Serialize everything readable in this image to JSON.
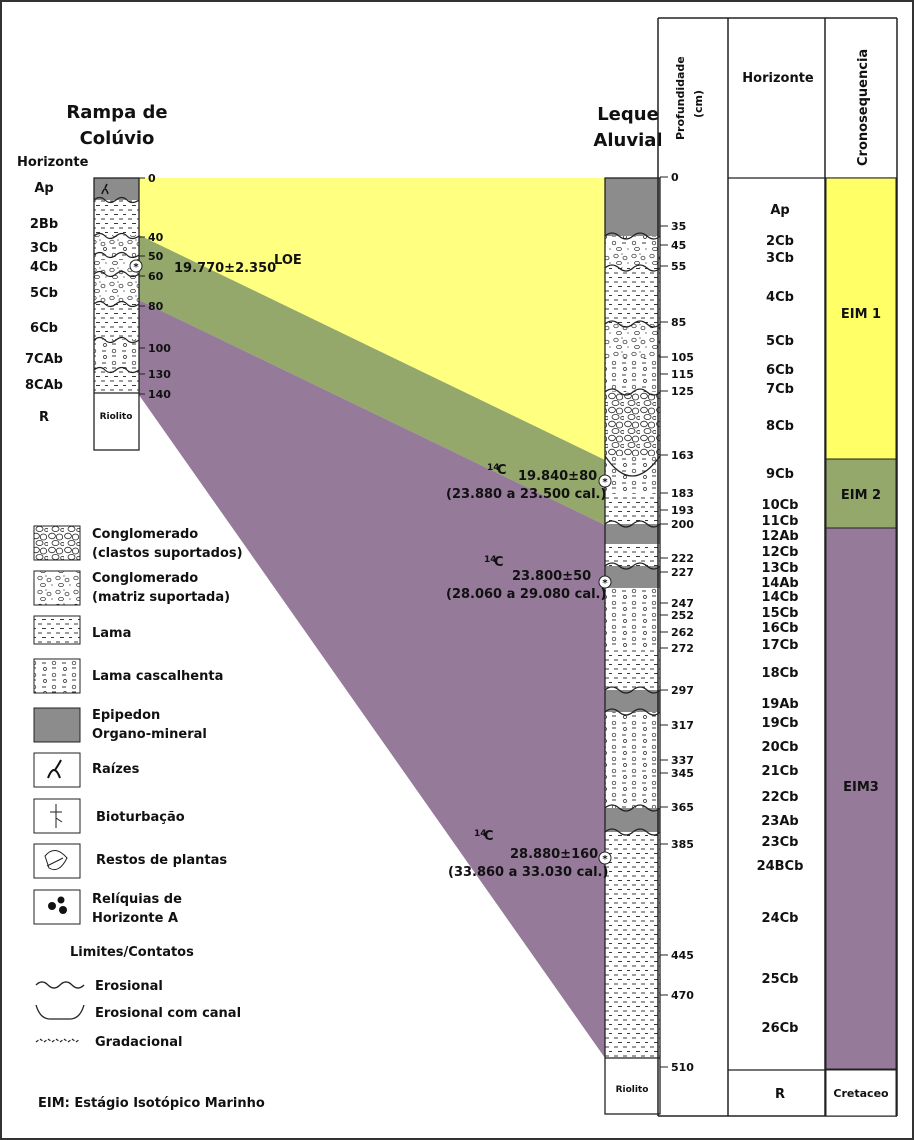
{
  "left_title_line1": "Rampa de",
  "left_title_line2": "Colúvio",
  "right_title_line1": "Leque",
  "right_title_line2": "Aluvial",
  "depth_header_line1": "Profundidade",
  "depth_header_line2": "(cm)",
  "horizon_header": "Horizonte",
  "chrono_header": "Cronosequencia",
  "left_horizon_header": "Horizonte",
  "left_horizons": [
    "Ap",
    "2Bb",
    "3Cb",
    "4Cb",
    "5Cb",
    "6Cb",
    "7CAb",
    "8CAb",
    "R"
  ],
  "left_depths": [
    "0",
    "40",
    "50",
    "60",
    "80",
    "100",
    "130",
    "140"
  ],
  "left_bedrock": "Riolito",
  "right_bedrock": "Riolito",
  "right_depths": [
    "0",
    "35",
    "45",
    "55",
    "85",
    "105",
    "115",
    "125",
    "163",
    "183",
    "193",
    "200",
    "222",
    "227",
    "247",
    "252",
    "262",
    "272",
    "297",
    "317",
    "337",
    "345",
    "365",
    "385",
    "445",
    "470",
    "510"
  ],
  "right_horizons": [
    "Ap",
    "2Cb",
    "3Cb",
    "4Cb",
    "5Cb",
    "6Cb",
    "7Cb",
    "8Cb",
    "9Cb",
    "10Cb",
    "11Cb",
    "12Ab",
    "12Cb",
    "13Cb",
    "14Ab",
    "14Cb",
    "15Cb",
    "16Cb",
    "17Cb",
    "18Cb",
    "19Ab",
    "19Cb",
    "20Cb",
    "21Cb",
    "22Cb",
    "23Ab",
    "23Cb",
    "24BCb",
    "24Cb",
    "25Cb",
    "26Cb",
    "R"
  ],
  "stages": [
    {
      "label": "EIM 1",
      "color": "#ffff66"
    },
    {
      "label": "EIM 2",
      "color": "#93a86a"
    },
    {
      "label": "EIM3",
      "color": "#957a9a"
    },
    {
      "label": "Cretaceo",
      "color": "#ffffff"
    }
  ],
  "band_colors": {
    "eim1": "#ffff80",
    "eim2": "#93a86a",
    "eim3": "#957a9a"
  },
  "date_loe": {
    "value": "19.770",
    "pm": "±",
    "err": "2.350",
    "method": "LOE"
  },
  "dates_c14": [
    {
      "iso": "14",
      "sym": "C",
      "value": "19.840",
      "pm": "±",
      "err": "80",
      "cal": "(23.880 a 23.500 cal.)"
    },
    {
      "iso": "14",
      "sym": "C",
      "value": "23.800",
      "pm": "±",
      "err": "50",
      "cal": "(28.060 a 29.080 cal.)"
    },
    {
      "iso": "14",
      "sym": "C",
      "value": "28.880",
      "pm": "±",
      "err": "160",
      "cal": "(33.860 a 33.030 cal.)"
    }
  ],
  "legend": [
    {
      "line1": "Conglomerado",
      "line2": "(clastos suportados)"
    },
    {
      "line1": "Conglomerado",
      "line2": "(matriz suportada)"
    },
    {
      "line1": "Lama",
      "line2": ""
    },
    {
      "line1": "Lama cascalhenta",
      "line2": ""
    },
    {
      "line1": "Epipedon",
      "line2": "Organo-mineral"
    },
    {
      "line1": "Raízes",
      "line2": ""
    },
    {
      "line1": "Bioturbação",
      "line2": ""
    },
    {
      "line1": "Restos de plantas",
      "line2": ""
    },
    {
      "line1": "Relíquias de",
      "line2": "Horizonte A"
    }
  ],
  "contacts_title": "Limites/Contatos",
  "contacts": [
    "Erosional",
    "Erosional com canal",
    "Gradacional"
  ],
  "footnote": "EIM: Estágio Isotópico Marinho"
}
